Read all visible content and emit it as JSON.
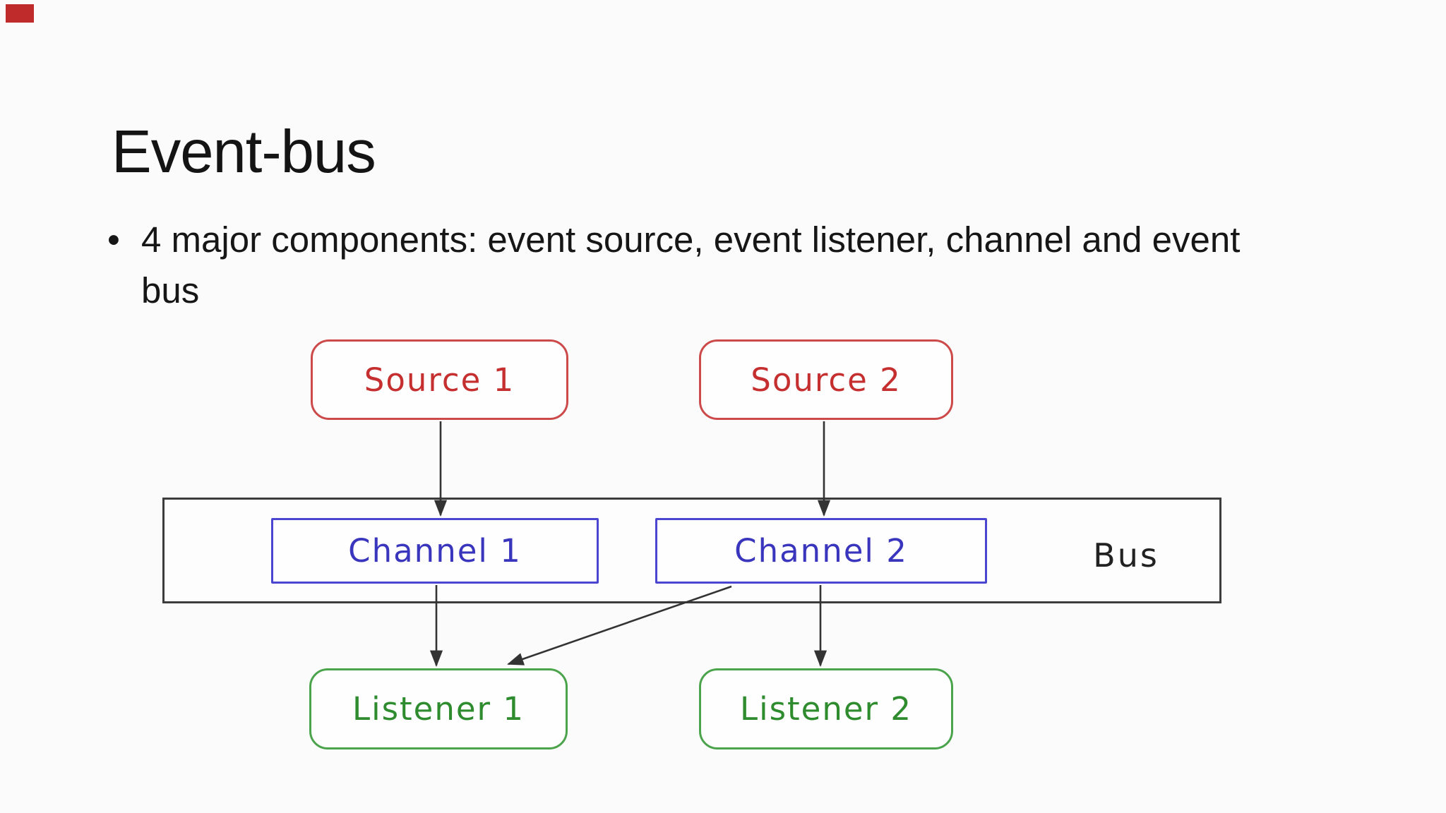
{
  "slide": {
    "title": "Event-bus",
    "bullet": {
      "marker": "•",
      "text_line1": "4 major components: event source, event listener, channel and event",
      "text_line2": "bus"
    }
  },
  "diagram": {
    "bus_label": "Bus",
    "nodes": [
      {
        "id": "source-1",
        "label": "Source 1",
        "type": "source"
      },
      {
        "id": "source-2",
        "label": "Source 2",
        "type": "source"
      },
      {
        "id": "channel-1",
        "label": "Channel 1",
        "type": "channel"
      },
      {
        "id": "channel-2",
        "label": "Channel 2",
        "type": "channel"
      },
      {
        "id": "listener-1",
        "label": "Listener 1",
        "type": "listener"
      },
      {
        "id": "listener-2",
        "label": "Listener 2",
        "type": "listener"
      }
    ],
    "edges": [
      {
        "from": "source-1",
        "to": "channel-1"
      },
      {
        "from": "source-2",
        "to": "channel-2"
      },
      {
        "from": "channel-1",
        "to": "listener-1"
      },
      {
        "from": "channel-2",
        "to": "listener-2"
      },
      {
        "from": "channel-2",
        "to": "listener-1"
      }
    ],
    "colors": {
      "slide_text": "#141414",
      "source_border": "#cc4a4a",
      "source_text": "#c52f2f",
      "channel_border": "#4a46cf",
      "channel_text": "#3a35bd",
      "listener_border": "#4ba34b",
      "listener_text": "#2e8b2e",
      "bus_border": "#3c3c3c",
      "bus_text": "#222222",
      "arrow": "#333333",
      "corner_mark": "#bf2b2b"
    }
  }
}
